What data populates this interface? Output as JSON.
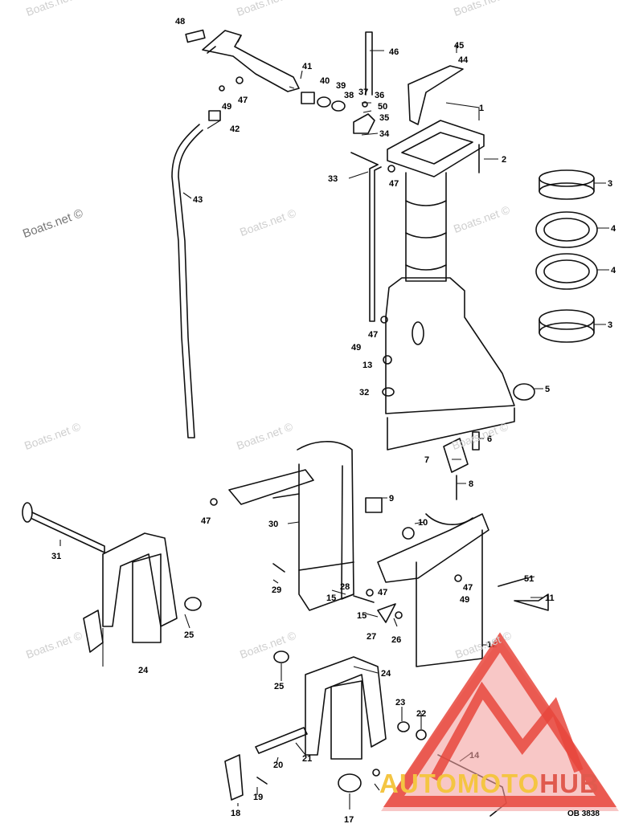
{
  "watermark": "Boats.net ©",
  "drawing_code": "OB 3838",
  "brand": {
    "part1": "AUTOMOTO",
    "part2": "HUB"
  },
  "colors": {
    "line": "#111111",
    "watermark": "#cfcfcf",
    "logo_red": "#e8463c",
    "logo_pink": "#f3a2a0",
    "logo_yellow": "#f4c542"
  },
  "callouts": [
    "1",
    "2",
    "3",
    "3",
    "4",
    "4",
    "5",
    "6",
    "7",
    "8",
    "9",
    "10",
    "11",
    "12",
    "13",
    "14",
    "15",
    "15",
    "17",
    "18",
    "19",
    "20",
    "21",
    "22",
    "23",
    "24",
    "24",
    "25",
    "25",
    "26",
    "27",
    "28",
    "29",
    "30",
    "31",
    "32",
    "33",
    "34",
    "35",
    "36",
    "37",
    "38",
    "39",
    "40",
    "41",
    "42",
    "43",
    "44",
    "45",
    "46",
    "47",
    "47",
    "47",
    "47",
    "47",
    "47",
    "48",
    "49",
    "49",
    "49",
    "50",
    "51"
  ]
}
